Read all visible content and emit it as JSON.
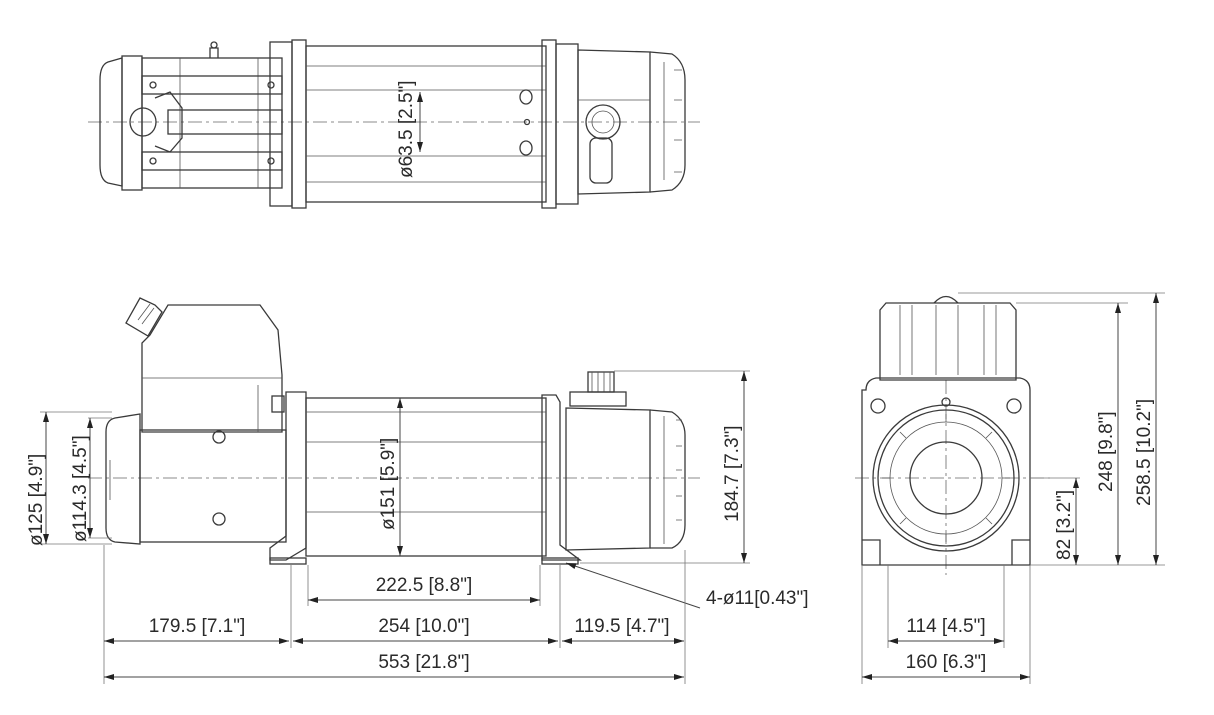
{
  "drawing": {
    "title": "Winch dimensional drawing",
    "views": [
      "top-view",
      "side-view",
      "end-view"
    ],
    "dimensions": {
      "drum_diameter_top": "ø63.5 [2.5\"]",
      "motor_outer_diameter": "ø125 [4.9\"]",
      "motor_inner_diameter": "ø114.3 [4.5\"]",
      "drum_flange_diameter": "ø151 [5.9\"]",
      "height_gearbox": "184.7 [7.3\"]",
      "mounting_holes": "4-ø11[0.43\"]",
      "drum_length": "222.5 [8.8\"]",
      "motor_length": "179.5 [7.1\"]",
      "mount_spacing": "254 [10.0\"]",
      "gearbox_length": "119.5 [4.7\"]",
      "overall_length": "553 [21.8\"]",
      "height_to_top": "248 [9.8\"]",
      "overall_height": "258.5 [10.2\"]",
      "base_to_center": "82 [3.2\"]",
      "mount_width": "114 [4.5\"]",
      "overall_width": "160 [6.3\"]"
    }
  }
}
